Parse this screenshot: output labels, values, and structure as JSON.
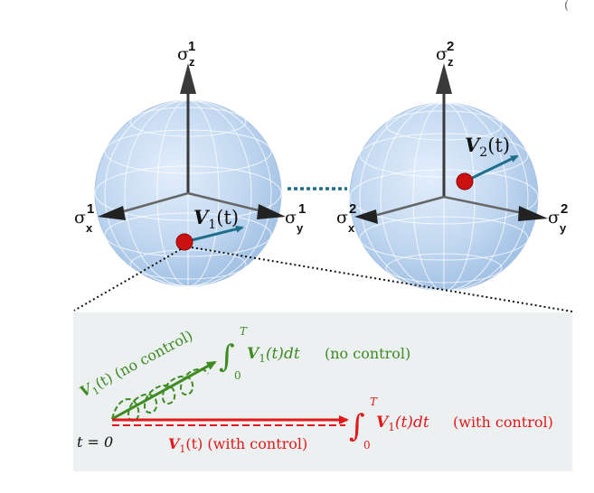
{
  "corner_mark": "(",
  "colors": {
    "sphere": "#b9d3ee",
    "axis_dark": "#333333",
    "vector": "#1f6e8c",
    "point_red": "#cc1111",
    "green": "#3d8b22",
    "red": "#e01818",
    "inset_bg": "#ecf0f1"
  },
  "qubit1": {
    "axis_z": {
      "symbol": "σ",
      "sub": "z",
      "sup": "1"
    },
    "axis_x": {
      "symbol": "σ",
      "sub": "x",
      "sup": "1"
    },
    "axis_y": {
      "symbol": "σ",
      "sub": "y",
      "sup": "1"
    },
    "vector_label": {
      "bold": "V",
      "index": "1",
      "arg": "(t)"
    }
  },
  "qubit2": {
    "axis_z": {
      "symbol": "σ",
      "sub": "z",
      "sup": "2"
    },
    "axis_x": {
      "symbol": "σ",
      "sub": "x",
      "sup": "2"
    },
    "axis_y": {
      "symbol": "σ",
      "sub": "y",
      "sup": "2"
    },
    "vector_label": {
      "bold": "V",
      "index": "2",
      "arg": "(t)"
    }
  },
  "inset": {
    "nocontrol_vector": {
      "bold": "V",
      "index": "1",
      "rest": "(t) (no control)"
    },
    "nocontrol_integral": {
      "upper": "T",
      "lower": "0",
      "bold": "V",
      "index": "1",
      "rest": "(t)dt",
      "note": "(no control)"
    },
    "t_zero": "t = 0",
    "control_vector": {
      "bold": "V",
      "index": "1",
      "rest": "(t) (with control)"
    },
    "control_integral": {
      "upper": "T",
      "lower": "0",
      "bold": "V",
      "index": "1",
      "rest": "(t)dt",
      "note": "(with control)"
    }
  }
}
